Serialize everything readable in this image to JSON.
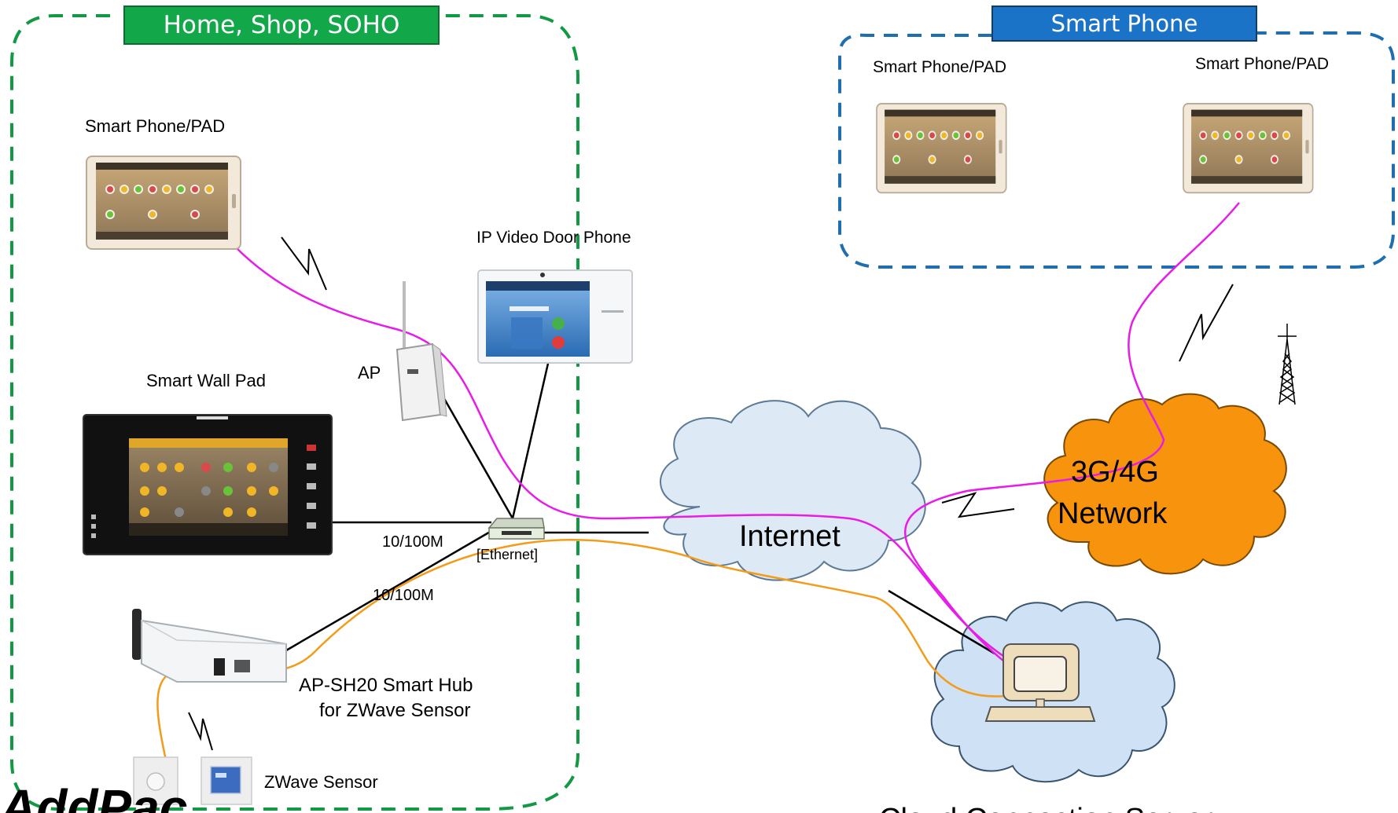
{
  "groups": {
    "home_title": "Home, Shop, SOHO",
    "smartphone_title": "Smart Phone"
  },
  "labels": {
    "phone_pad_home": "Smart  Phone/PAD",
    "phone_pad_remote_1": "Smart  Phone/PAD",
    "phone_pad_remote_2": "Smart  Phone/PAD",
    "ip_video_door_phone": "IP Video Door Phone",
    "ap": "AP",
    "smart_wall_pad": "Smart Wall Pad",
    "link_speed_1": "10/100M",
    "link_speed_2": "10/100M",
    "ethernet": "[Ethernet]",
    "smart_hub_line1": "AP-SH20 Smart Hub",
    "smart_hub_line2": "for  ZWave Sensor",
    "zwave_sensor": "ZWave Sensor",
    "internet": "Internet",
    "network_line1": "3G/4G",
    "network_line2": "Network",
    "cloud_server_partial": "Cloud Connection Server",
    "logo_partial": "AddPac"
  },
  "colors": {
    "home_group_border": "#119944",
    "home_group_header": "#12a84a",
    "smartphone_group_border": "#1f6fb0",
    "smartphone_group_header": "#1a73c6",
    "internet_cloud": "#dde9f4",
    "network_cloud": "#f7930d",
    "server_cloud": "#cfe2f5",
    "wire_magenta": "#e81ce8",
    "wire_orange": "#f39c1a",
    "wire_black": "#000000"
  },
  "icons": {
    "tablet": "tablet-icon",
    "wall_pad": "wall-pad-icon",
    "door_phone": "door-phone-icon",
    "access_point": "access-point-icon",
    "ethernet_switch": "ethernet-switch-icon",
    "smart_hub": "smart-hub-icon",
    "sensor": "sensor-icon",
    "computer": "computer-icon",
    "radio_tower": "radio-tower-icon",
    "wireless_link": "wireless-link-icon"
  }
}
